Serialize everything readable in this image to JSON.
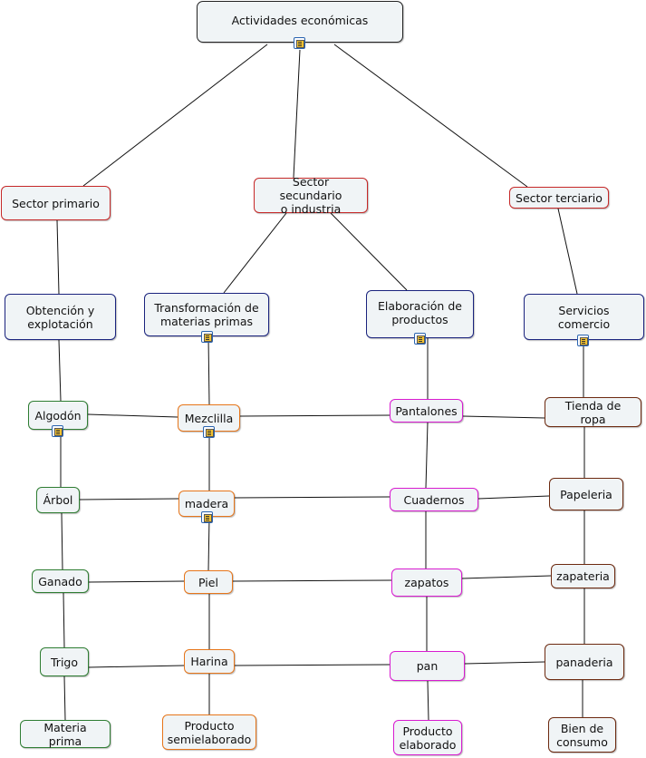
{
  "diagram": {
    "root": {
      "label": "Actividades económicas"
    },
    "sectors": [
      {
        "id": "primario",
        "label": "Sector primario"
      },
      {
        "id": "secundario",
        "label": "Sector secundario\no industria"
      },
      {
        "id": "terciario",
        "label": "Sector terciario"
      }
    ],
    "categories": [
      {
        "id": "obtencion",
        "label": "Obtención y\nexplotación"
      },
      {
        "id": "transformacion",
        "label": "Transformación de\nmaterias primas"
      },
      {
        "id": "elaboracion",
        "label": "Elaboración de\nproductos"
      },
      {
        "id": "servicios",
        "label": "Servicios\ncomercio"
      }
    ],
    "columns": {
      "primary": [
        "Algodón",
        "Árbol",
        "Ganado",
        "Trigo",
        "Materia prima"
      ],
      "transform": [
        "Mezclilla",
        "madera",
        "Piel",
        "Harina",
        "Producto\nsemielaborado"
      ],
      "products": [
        "Pantalones",
        "Cuadernos",
        "zapatos",
        "pan",
        "Producto\nelaborado"
      ],
      "services": [
        "Tienda de ropa",
        "Papeleria",
        "zapateria",
        "panaderia",
        "Bien de\nconsumo"
      ]
    },
    "colors": {
      "node_fill": "#f0f4f6",
      "root_border": "#222222",
      "sector_border": "#c62828",
      "category_border": "#1a237e",
      "primary_border": "#2e7d32",
      "transform_border": "#e6751a",
      "product_border": "#d81bd0",
      "service_border": "#6d2a10",
      "line": "#111111"
    },
    "icons": [
      "note-icon"
    ]
  }
}
